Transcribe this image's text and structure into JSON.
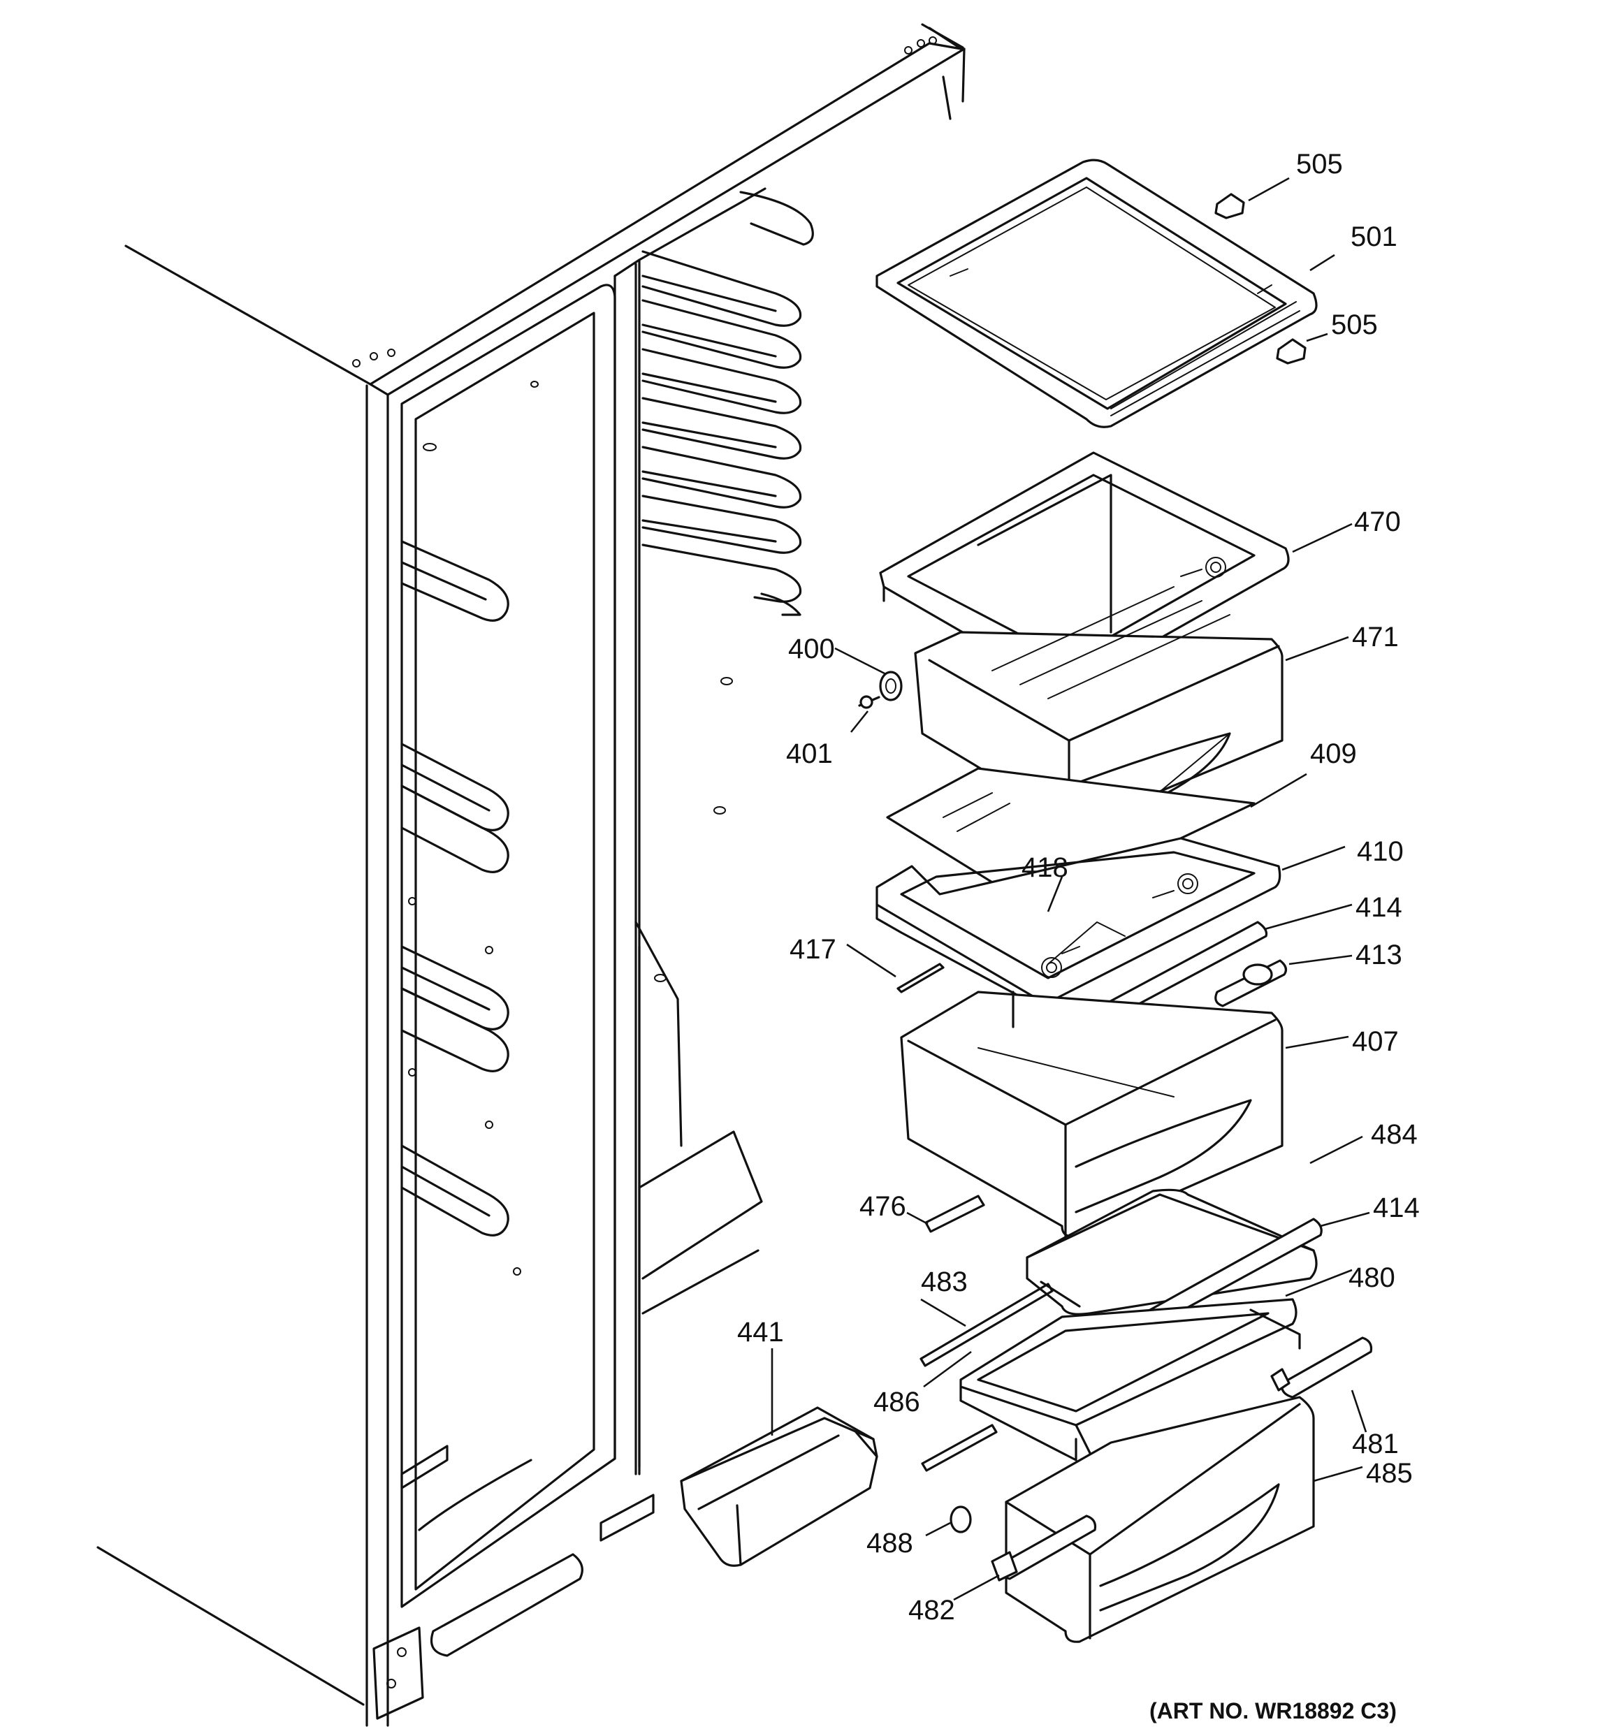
{
  "diagram": {
    "art_number": "(ART NO. WR18892 C3)",
    "callouts": [
      {
        "id": "505-top",
        "text": "505"
      },
      {
        "id": "501",
        "text": "501"
      },
      {
        "id": "505-bottom",
        "text": "505"
      },
      {
        "id": "470",
        "text": "470"
      },
      {
        "id": "400",
        "text": "400"
      },
      {
        "id": "471",
        "text": "471"
      },
      {
        "id": "401",
        "text": "401"
      },
      {
        "id": "409",
        "text": "409"
      },
      {
        "id": "410",
        "text": "410"
      },
      {
        "id": "418",
        "text": "418"
      },
      {
        "id": "414-top",
        "text": "414"
      },
      {
        "id": "417",
        "text": "417"
      },
      {
        "id": "413",
        "text": "413"
      },
      {
        "id": "407",
        "text": "407"
      },
      {
        "id": "484",
        "text": "484"
      },
      {
        "id": "476",
        "text": "476"
      },
      {
        "id": "414-bottom",
        "text": "414"
      },
      {
        "id": "483",
        "text": "483"
      },
      {
        "id": "480",
        "text": "480"
      },
      {
        "id": "441",
        "text": "441"
      },
      {
        "id": "486",
        "text": "486"
      },
      {
        "id": "481",
        "text": "481"
      },
      {
        "id": "485",
        "text": "485"
      },
      {
        "id": "488",
        "text": "488"
      },
      {
        "id": "482",
        "text": "482"
      }
    ]
  }
}
